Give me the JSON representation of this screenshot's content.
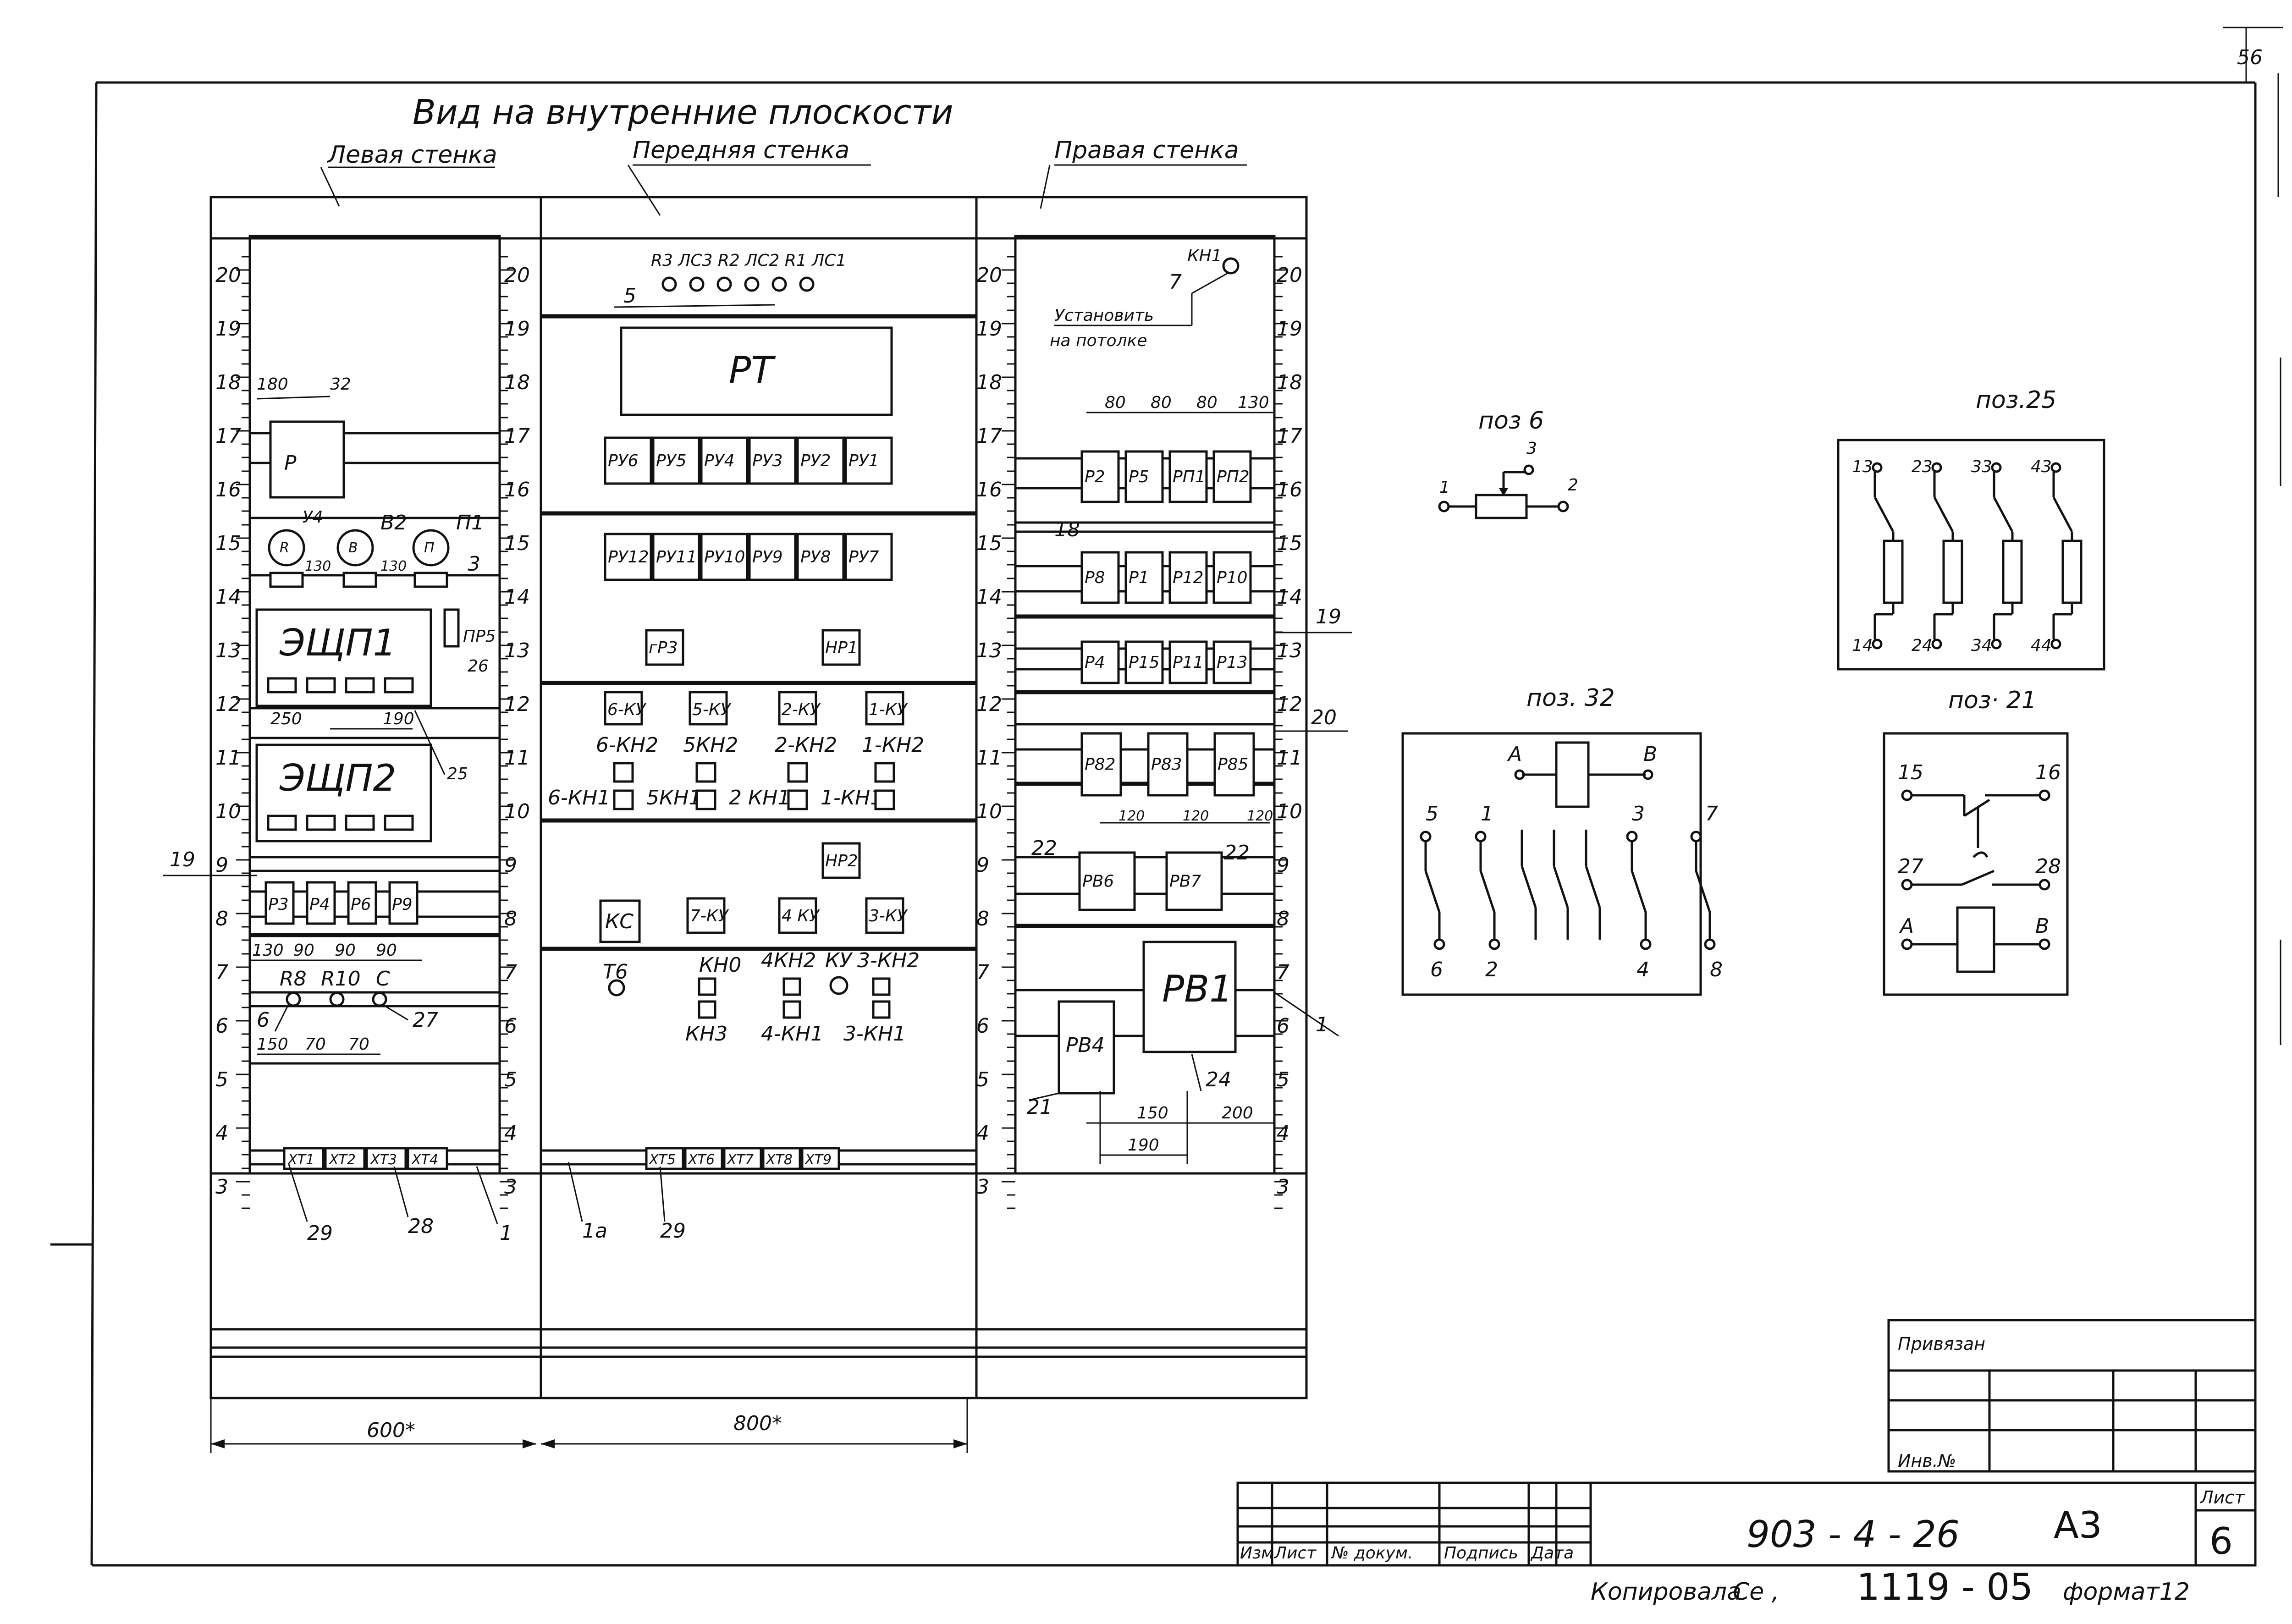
{
  "sheet": {
    "corner_number": "56"
  },
  "title": "Вид на внутренние плоскости",
  "walls": {
    "left": "Левая стенка",
    "front": "Передняя стенка",
    "right": "Правая стенка"
  },
  "scale_numbers": [
    "20",
    "19",
    "18",
    "17",
    "16",
    "15",
    "14",
    "13",
    "12",
    "11",
    "10",
    "9",
    "8",
    "7",
    "6",
    "5",
    "4",
    "3"
  ],
  "left_wall": {
    "dim_180": "180",
    "ref_32": "32",
    "relay_r": "Р",
    "row15": {
      "v4": "У4",
      "b2": "В2",
      "p1": "П1",
      "d130a": "130",
      "d130b": "130",
      "ref3": "3"
    },
    "esch1": "ЭЩП1",
    "pr5": "ПР5",
    "ref26": "26",
    "d250": "250",
    "d190": "190",
    "ref25": "25",
    "esch2": "ЭЩП2",
    "ref19": "19",
    "relays": [
      "Р3",
      "Р4",
      "Р6",
      "Р9"
    ],
    "dims_row8": [
      "130",
      "90",
      "90",
      "90"
    ],
    "r8": "R8",
    "r10": "R10",
    "c": "С",
    "ref6": "6",
    "ref27": "27",
    "dims_row6": [
      "150",
      "70",
      "70"
    ],
    "terminals": [
      "ХТ1",
      "ХТ2",
      "ХТ3",
      "ХТ4"
    ],
    "ref29": "29",
    "ref28": "28",
    "ref1": "1"
  },
  "front_wall": {
    "lamp_labels": "R3 ЛС3 R2 ЛС2 R1 ЛС1",
    "ref5": "5",
    "rt": "РТ",
    "ru_row1": [
      "РУ6",
      "РУ5",
      "РУ4",
      "РУ3",
      "РУ2",
      "РУ1"
    ],
    "ru_row2": [
      "РУ12",
      "РУ11",
      "РУ10",
      "РУ9",
      "РУ8",
      "РУ7"
    ],
    "rp3": "гР3",
    "rp1": "НР1",
    "ku_row": [
      "6-КУ",
      "5-КУ",
      "2-КУ",
      "1-КУ"
    ],
    "kn2_row": [
      "6-КН2",
      "5КН2",
      "2-КН2",
      "1-КН2"
    ],
    "kn1_row": [
      "6-КН1",
      "5КН1",
      "2 КН1",
      "1-КН1"
    ],
    "rp2": "НР2",
    "ks": "КС",
    "ku_row2": [
      "7-КУ",
      "4 КУ",
      "3-КУ"
    ],
    "t6": "Т6",
    "kn0": "КН0",
    "kn2_4": "4КН2",
    "ku": "КУ",
    "kn2_3": "3-КН2",
    "kn3": "КН3",
    "kn1_4": "4-КН1",
    "kn1_3": "3-КН1",
    "terminals": [
      "ХТ5",
      "ХТ6",
      "ХТ7",
      "ХТ8",
      "ХТ9"
    ],
    "ref1a": "1а",
    "ref29": "29"
  },
  "right_wall": {
    "kn1": "КН1",
    "ref7": "7",
    "note": [
      "Установить",
      "на потолке"
    ],
    "dims_top": [
      "80",
      "80",
      "80",
      "130"
    ],
    "row16": [
      "Р2",
      "Р5",
      "РП1",
      "РП2"
    ],
    "ref18": "18",
    "row14": [
      "Р8",
      "Р1",
      "Р12",
      "Р10"
    ],
    "ref19": "19",
    "row13": [
      "Р4",
      "Р15",
      "Р11",
      "Р13"
    ],
    "ref20": "20",
    "row11": [
      "Р82",
      "Р83",
      "Р85"
    ],
    "dims_mid": [
      "120",
      "120",
      "120"
    ],
    "ref22a": "22",
    "ref22b": "22",
    "row9": [
      "РВ6",
      "РВ7"
    ],
    "rv1": "РВ1",
    "rv4": "РВ4",
    "ref1": "1",
    "ref21": "21",
    "ref24": "24",
    "dims_bot": [
      "150",
      "200",
      "190"
    ]
  },
  "bottom_dims": {
    "left": "600*",
    "right": "800*"
  },
  "pos6": {
    "title": "поз 6",
    "pins": [
      "1",
      "2",
      "3"
    ]
  },
  "pos25": {
    "title": "поз.25",
    "top": [
      "13",
      "23",
      "33",
      "43"
    ],
    "bottom": [
      "14",
      "24",
      "34",
      "44"
    ]
  },
  "pos32": {
    "title": "поз. 32",
    "coil": [
      "А",
      "В"
    ],
    "top": [
      "5",
      "1",
      "3",
      "7"
    ],
    "bottom": [
      "6",
      "2",
      "4",
      "8"
    ]
  },
  "pos21": {
    "title": "поз· 21",
    "pins": [
      "15",
      "16",
      "27",
      "28"
    ],
    "coil": [
      "А",
      "В"
    ]
  },
  "title_block": {
    "privyazan": "Привязан",
    "inv": "Инв.№",
    "cols": [
      "Изм",
      "Лист",
      "№ докум.",
      "Подпись",
      "Дата"
    ],
    "doc_code": "903 - 4 - 26",
    "stage": "А3",
    "sheet_label": "Лист",
    "sheet_no": "6",
    "footer_copy": "Копировала",
    "footer_num": "1119 - 05",
    "footer_format": "формат12"
  }
}
